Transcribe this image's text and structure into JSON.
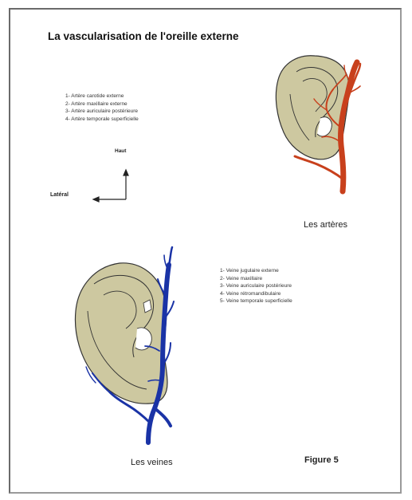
{
  "title": "La vascularisation de l'oreille externe",
  "arteries": {
    "legend": [
      "1- Artère carotide externe",
      "2- Artère maxillaire externe",
      "3- Artère auriculaire postérieure",
      "4- Artère temporale superficielle"
    ],
    "caption": "Les artères",
    "color": "#c8401c"
  },
  "orientation": {
    "up": "Haut",
    "side": "Latéral"
  },
  "veins": {
    "legend": [
      "1- Veine jugulaire externe",
      "2- Veine maxillaire",
      "3- Veine auriculaire postérieure",
      "4- Veine rétromandibulaire",
      "5- Veine temporale superficielle"
    ],
    "caption": "Les veines",
    "color": "#1a33a6"
  },
  "ear_fill_color": "#cdc8a0",
  "figure_label": "Figure 5"
}
